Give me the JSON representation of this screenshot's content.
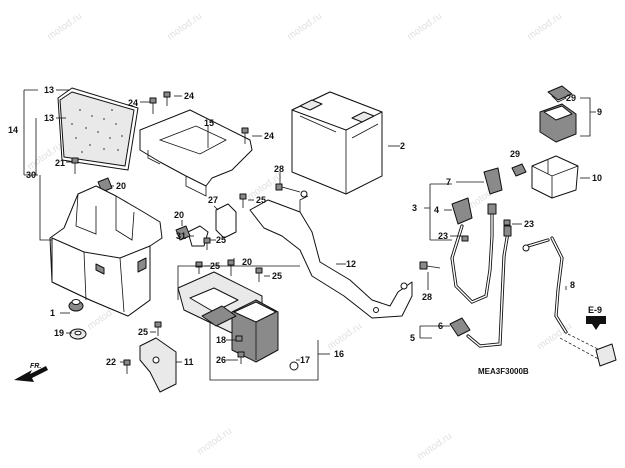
{
  "diagram": {
    "code": "MEA3F3000B",
    "direction_label": "FR.",
    "reference_label": "E-9",
    "watermark": "motod.ru",
    "part_labels": {
      "p1": "1",
      "p2": "2",
      "p3": "3",
      "p4": "4",
      "p5": "5",
      "p6": "6",
      "p7": "7",
      "p8": "8",
      "p9": "9",
      "p10": "10",
      "p11": "11",
      "p12": "12",
      "p13a": "13",
      "p13b": "13",
      "p14": "14",
      "p15": "15",
      "p16": "16",
      "p17": "17",
      "p18": "18",
      "p19": "19",
      "p20a": "20",
      "p20b": "20",
      "p20c": "20",
      "p21": "21",
      "p22": "22",
      "p23a": "23",
      "p23b": "23",
      "p24a": "24",
      "p24b": "24",
      "p24c": "24",
      "p25a": "25",
      "p25b": "25",
      "p25c": "25",
      "p25d": "25",
      "p25e": "25",
      "p26": "26",
      "p27": "27",
      "p28a": "28",
      "p28b": "28",
      "p29a": "29",
      "p29b": "29",
      "p30": "30",
      "p31": "31"
    }
  }
}
